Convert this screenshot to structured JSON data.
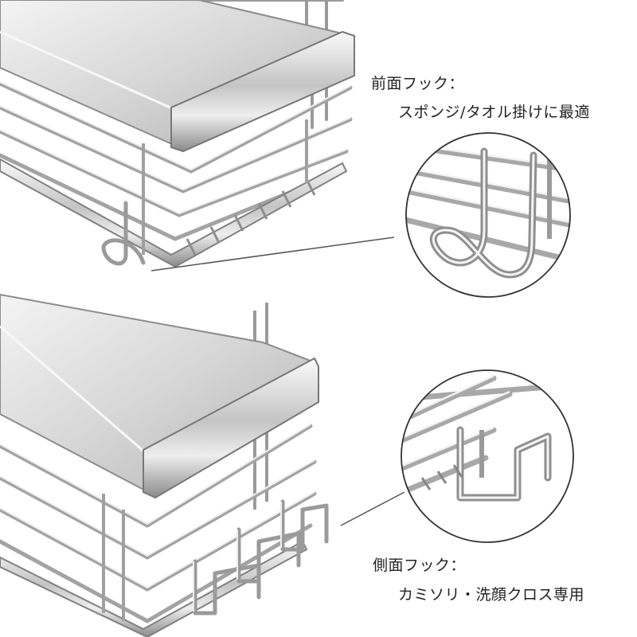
{
  "captions": {
    "front_hook": {
      "title": "前面フック：",
      "description": "スポンジ/タオル掛けに最適"
    },
    "side_hook": {
      "title": "側面フック：",
      "description": "カミソリ・洗顔クロス専用"
    }
  },
  "colors": {
    "background": "#ffffff",
    "steel_light": "#f2f2f2",
    "steel_mid": "#b8b8b8",
    "steel_dark": "#6e6e6e",
    "text": "#222222"
  }
}
